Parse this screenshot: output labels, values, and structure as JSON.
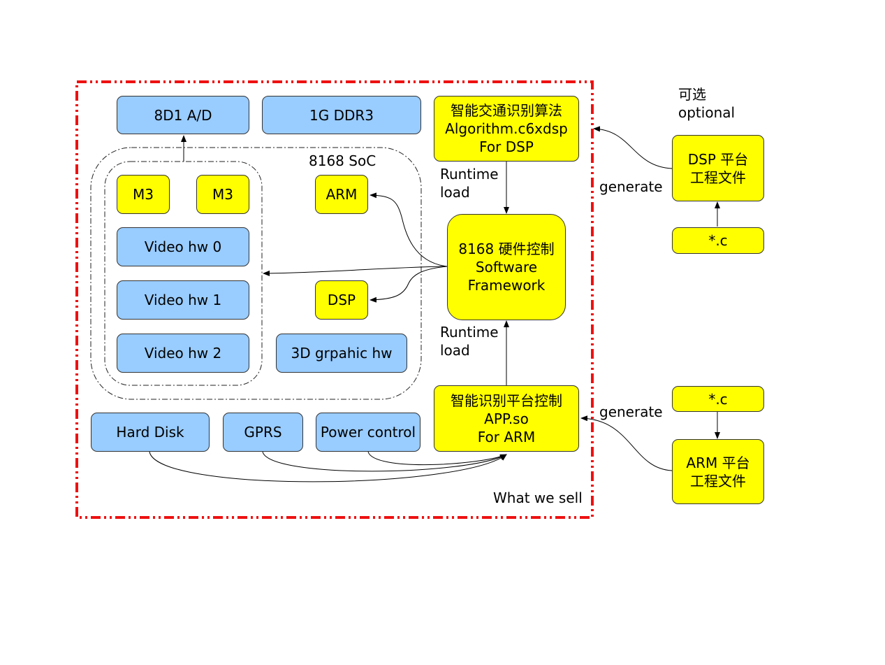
{
  "blocks": {
    "ad": "8D1 A/D",
    "ddr": "1G DDR3",
    "m3_a": "M3",
    "m3_b": "M3",
    "arm": "ARM",
    "video0": "Video hw 0",
    "video1": "Video hw 1",
    "video2": "Video hw 2",
    "dsp": "DSP",
    "graphic": "3D grpahic hw",
    "harddisk": "Hard Disk",
    "gprs": "GPRS",
    "power": "Power control"
  },
  "soc_label": "8168 SoC",
  "algorithm": {
    "line1": "智能交通识别算法",
    "line2": "Algorithm.c6xdsp",
    "line3": "For DSP"
  },
  "framework": {
    "line1": "8168 硬件控制",
    "line2": "Software",
    "line3": "Framework"
  },
  "app": {
    "line1": "智能识别平台控制",
    "line2": "APP.so",
    "line3": "For ARM"
  },
  "runtime_load_top": {
    "line1": "Runtime",
    "line2": "load"
  },
  "runtime_load_bottom": {
    "line1": "Runtime",
    "line2": "load"
  },
  "dsp_project": {
    "line1": "DSP 平台",
    "line2": "工程文件"
  },
  "arm_project": {
    "line1": "ARM 平台",
    "line2": "工程文件"
  },
  "c_file_top": "*.c",
  "c_file_bottom": "*.c",
  "optional": {
    "line1": "可选",
    "line2": "optional"
  },
  "generate_top": "generate",
  "generate_bottom": "generate",
  "what_we_sell": "What we sell",
  "colors": {
    "blue_box": "#99ccff",
    "yellow_box": "#ffff00",
    "boundary": "#ee1111"
  }
}
